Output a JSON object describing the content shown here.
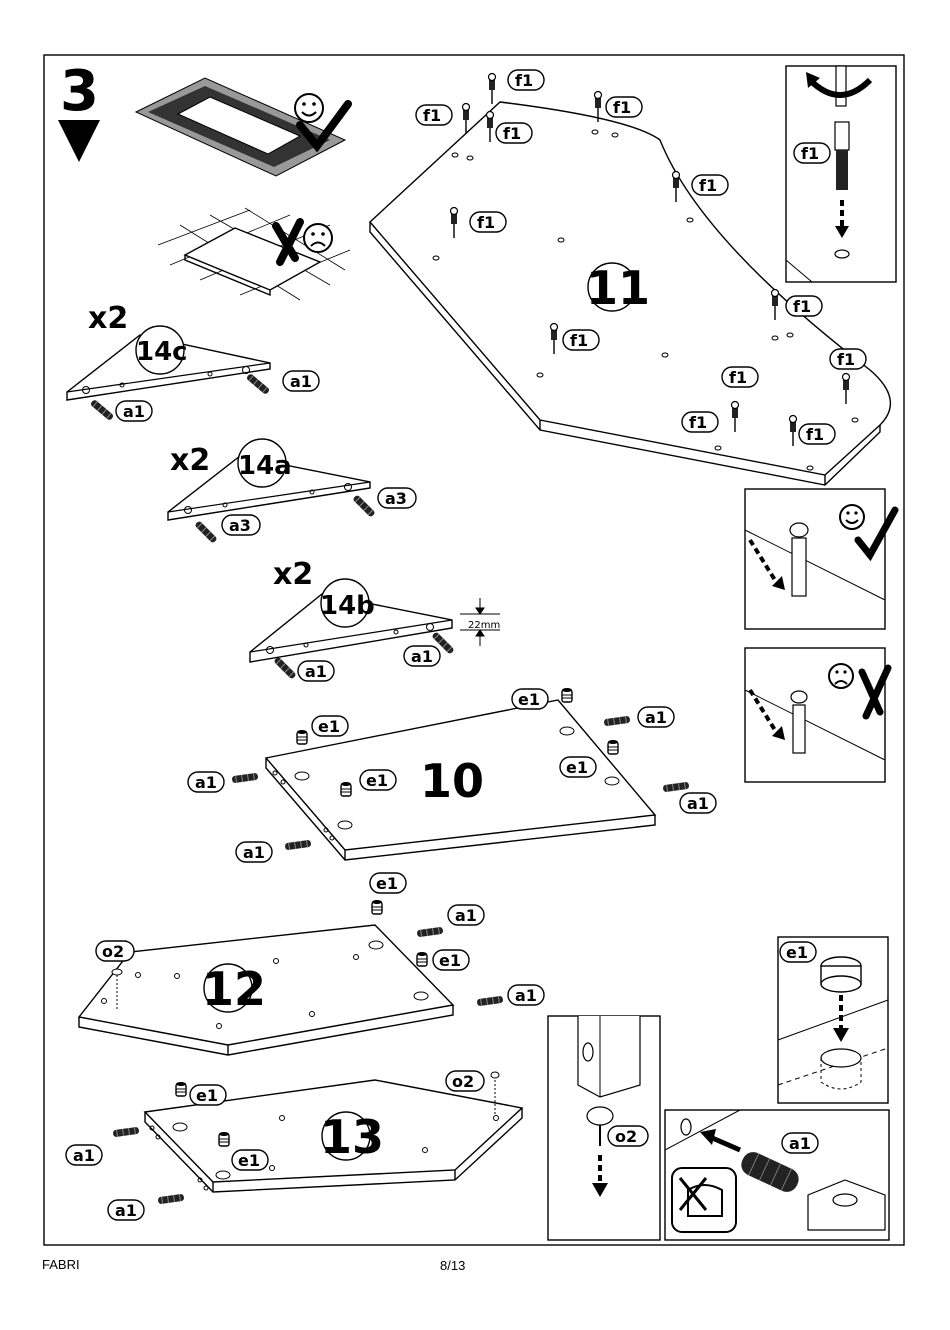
{
  "step": {
    "number": "3"
  },
  "parts": {
    "p11": "11",
    "p10": "10",
    "p12": "12",
    "p13": "13",
    "p14a": "14a",
    "p14b": "14b",
    "p14c": "14c"
  },
  "qty": {
    "x2": "x2"
  },
  "hardware": {
    "a1": "a1",
    "a3": "a3",
    "e1": "e1",
    "f1": "f1",
    "o2": "o2"
  },
  "dimension": "22mm",
  "footer": {
    "brand": "FABRI",
    "page": "8/13"
  },
  "icons": [
    "smiley-happy-icon",
    "smiley-sad-icon",
    "check-mark-icon",
    "cross-mark-icon",
    "down-arrow-icon",
    "rotate-arrow-icon"
  ]
}
